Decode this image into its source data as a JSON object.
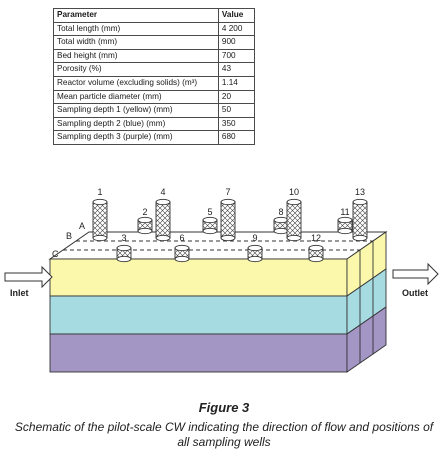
{
  "table": {
    "header": {
      "parameter": "Parameter",
      "value": "Value"
    },
    "rows": [
      {
        "name": "Total length (mm)",
        "value": "4 200"
      },
      {
        "name": "Total width (mm)",
        "value": "900"
      },
      {
        "name": "Bed height (mm)",
        "value": "700"
      },
      {
        "name": "Porosity (%)",
        "value": "43"
      },
      {
        "name": "Reactor volume (excluding solids) (m³)",
        "value": "1.14"
      },
      {
        "name": "Mean particle diameter (mm)",
        "value": "20"
      },
      {
        "name": "Sampling depth 1 (yellow) (mm)",
        "value": "50"
      },
      {
        "name": "Sampling depth 2 (blue) (mm)",
        "value": "350"
      },
      {
        "name": "Sampling depth 3 (purple) (mm)",
        "value": "680"
      }
    ]
  },
  "diagram": {
    "lane_labels": [
      "A",
      "B",
      "C"
    ],
    "inlet_label": "Inlet",
    "outlet_label": "Outlet",
    "tall_wells": [
      "1",
      "4",
      "7",
      "10",
      "13"
    ],
    "short_wells_back": [
      "2",
      "5",
      "8",
      "11"
    ],
    "short_wells_front": [
      "3",
      "6",
      "9",
      "12"
    ],
    "colors": {
      "yellow_layer": "#fbf7ab",
      "blue_layer": "#a6dbe2",
      "purple_layer": "#a395c4",
      "top_surface": "#ffffff",
      "outline": "#333333"
    }
  },
  "caption": {
    "title": "Figure 3",
    "text": "Schematic of the pilot-scale CW indicating the direction of flow and positions of all sampling wells"
  }
}
